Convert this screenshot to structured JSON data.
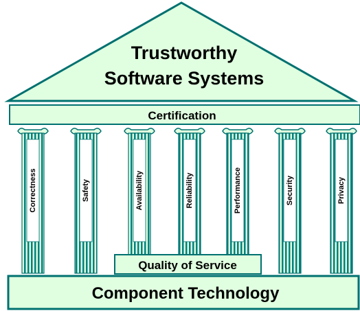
{
  "roof": {
    "line1": "Trustworthy",
    "line2": "Software Systems"
  },
  "beam": {
    "label": "Certification"
  },
  "pillars": [
    {
      "label": "Correctness"
    },
    {
      "label": "Safety"
    },
    {
      "label": "Availability"
    },
    {
      "label": "Reliability"
    },
    {
      "label": "Performance"
    },
    {
      "label": "Security"
    },
    {
      "label": "Privacy"
    }
  ],
  "qos": {
    "label": "Quality of Service"
  },
  "base": {
    "label": "Component Technology"
  },
  "colors": {
    "fill": "#e0ffe0",
    "stroke": "#007070",
    "column_stripe": "#008080",
    "ink": "#000000"
  }
}
